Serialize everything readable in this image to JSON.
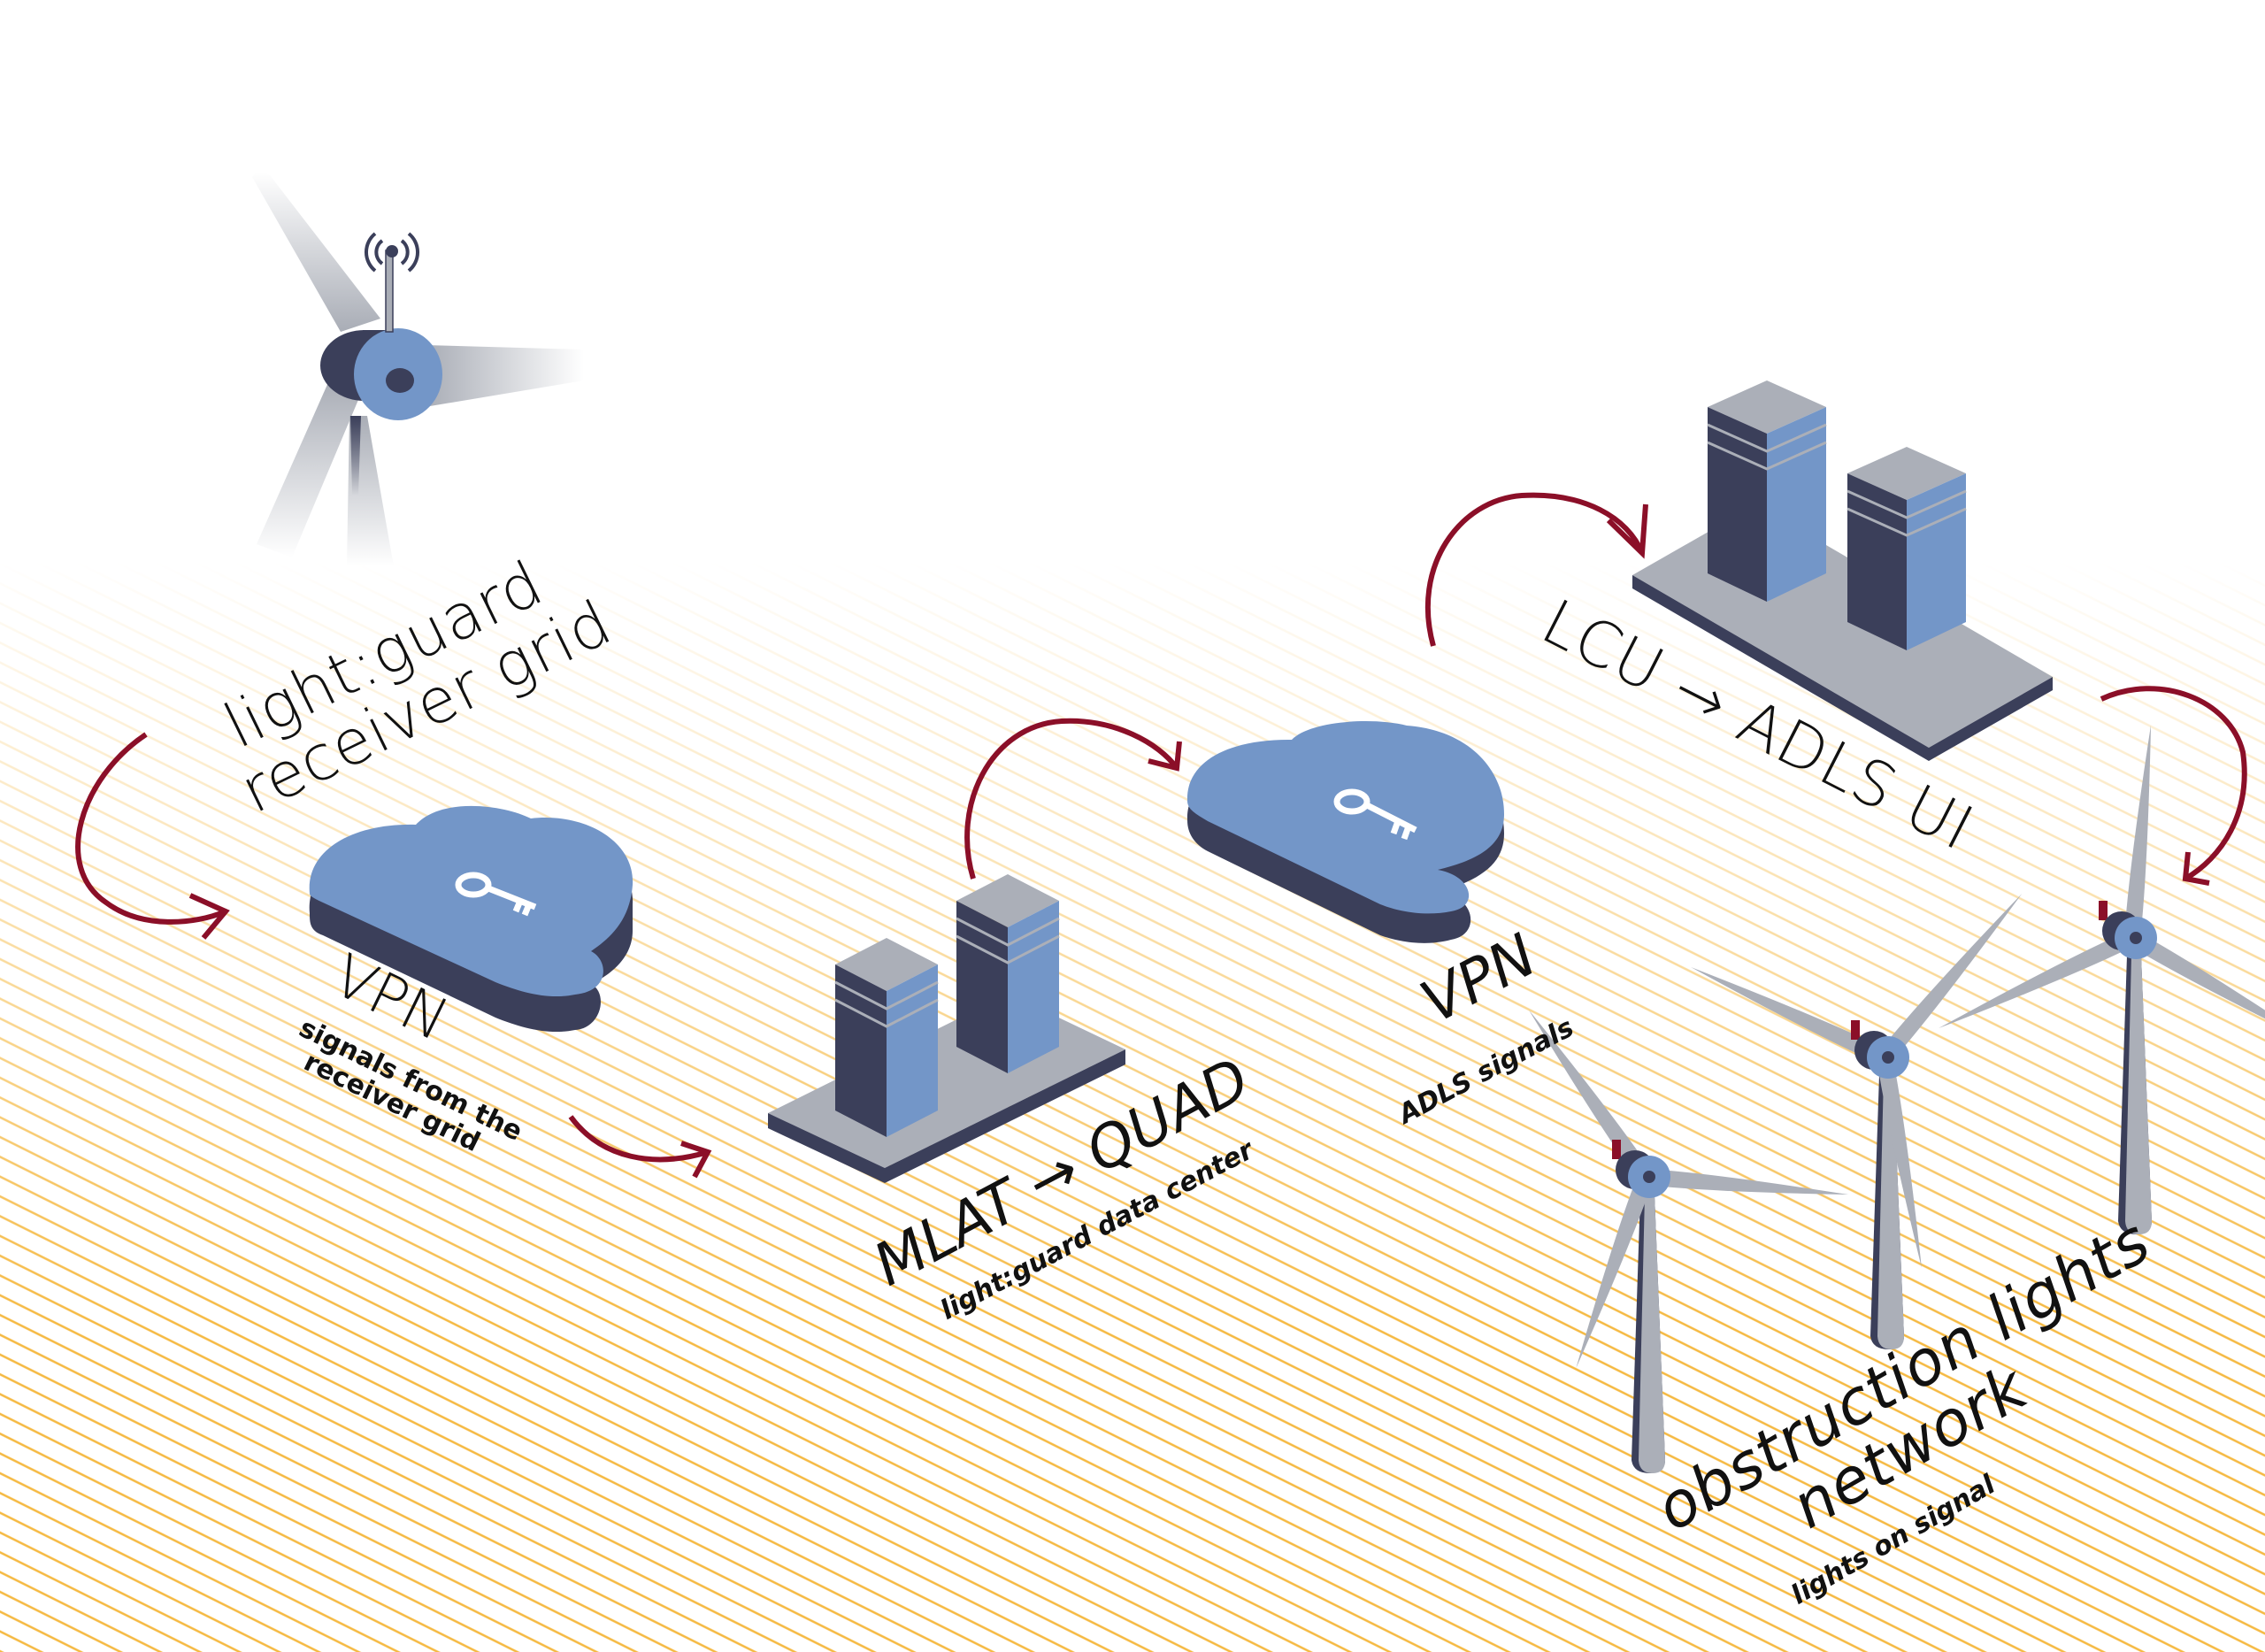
{
  "colors": {
    "stripe": "#f5b942",
    "arrow": "#8b0f28",
    "navy": "#3b3f5a",
    "blue": "#7396c8",
    "gray": "#abafb8",
    "beacon": "#8b0f28"
  },
  "receiver": {
    "title_line1": "light:guard",
    "title_line2": "receiver grid",
    "icon": "antenna-turbine-icon"
  },
  "vpn1": {
    "label": "VPN",
    "sub_line1": "signals from the",
    "sub_line2": "receiver grid",
    "icon": "key-icon"
  },
  "datacenter1": {
    "title": "MLAT → QUAD",
    "subtitle": "light:guard data center",
    "icon": "server-icon"
  },
  "vpn2": {
    "label": "VPN",
    "sub": "ADLS signals",
    "icon": "key-icon"
  },
  "datacenter2": {
    "title": "LCU → ADLS UI",
    "icon": "server-icon"
  },
  "turbines": {
    "title_line1": "obstruction lights",
    "title_line2": "network",
    "subtitle": "lights on signal",
    "icon": "wind-turbine-icon"
  }
}
